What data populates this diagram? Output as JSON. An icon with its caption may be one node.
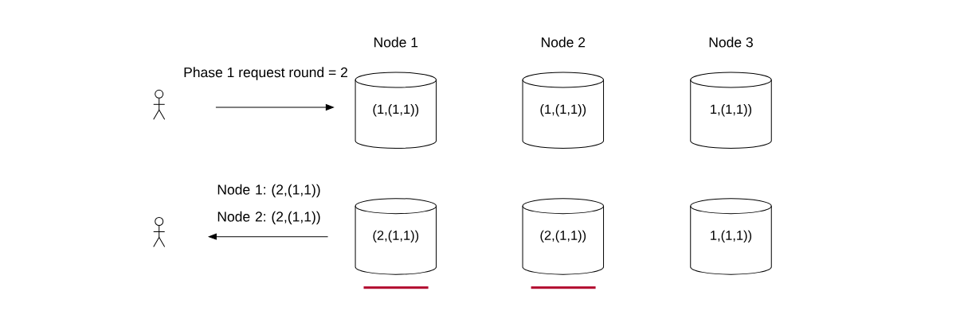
{
  "diagram": {
    "nodes": [
      {
        "text": [],
        "shape": "person"
      },
      {
        "text": [
          "(1,(1,1))"
        ]
      },
      {
        "text": [
          "(1,(1,1))"
        ]
      },
      {
        "text": [
          "1,(1,1))"
        ]
      },
      {
        "text": [],
        "shape": "person"
      },
      {
        "text": [
          "(2,(1,1))"
        ]
      },
      {
        "text": [
          "(2,(1,1))"
        ]
      },
      {
        "text": [
          "1,(1,1))"
        ]
      }
    ],
    "edges": [
      {
        "from": 0,
        "to": 1,
        "arrow": "to",
        "label": "Phase 1 request round = 2"
      },
      {
        "from": 5,
        "to": 4,
        "arrow": "to",
        "label": "Node 1: (2,(1,1)) Node 2: (2,(1,1))"
      }
    ],
    "labels": [
      "Node 1",
      "Node 2",
      "Node 3"
    ]
  }
}
